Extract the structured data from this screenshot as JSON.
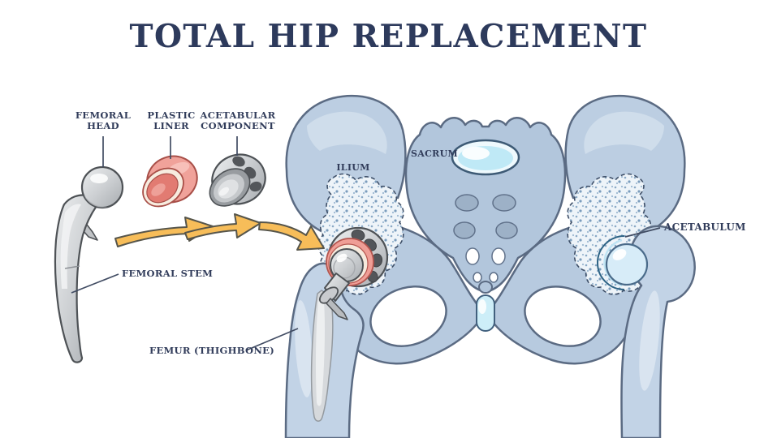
{
  "title": "TOTAL HIP REPLACEMENT",
  "labels": {
    "femoral_head": "FEMORAL\nHEAD",
    "plastic_liner": "PLASTIC\nLINER",
    "acetabular_component": "ACETABULAR\nCOMPONENT",
    "femoral_stem": "FEMORAL STEM",
    "femur": "FEMUR (THIGHBONE)",
    "ilium": "ILIUM",
    "sacrum": "SACRUM",
    "acetabulum": "ACETABULUM"
  },
  "illustration": {
    "subject": "Exploded view of hip prosthesis (femoral stem with head, plastic liner, acetabular component) assembled with yellow arrows into the left hip of a frontal pelvis; natural right hip shows blue acetabulum cartilage",
    "assembly_arrows_count": 3,
    "assembly_arrows_direction": "left to right toward implanted hip joint"
  },
  "colors": {
    "background": "#ffffff",
    "title_text": "#2d3a5c",
    "label_text": "#323d5b",
    "leader_line": "#414c63",
    "bone_fill": "#b7cadf",
    "bone_highlight": "#d2dfec",
    "bone_outline": "#5b6b83",
    "cartilage_light_blue": "#cdeef8",
    "acetabulum_blue": "#3fa9dc",
    "implant_metal": "#cdd0d3",
    "implant_outline": "#4e5256",
    "cup_hole_gray": "#53565a",
    "liner_pink": "#ef9e96",
    "liner_pink_dark": "#e27b72",
    "liner_rim_cream": "#f7ecdf",
    "arrow_yellow": "#f7bd59",
    "arrow_outline": "#56554b",
    "graft_speckle_dots": "#7b9dbd"
  }
}
